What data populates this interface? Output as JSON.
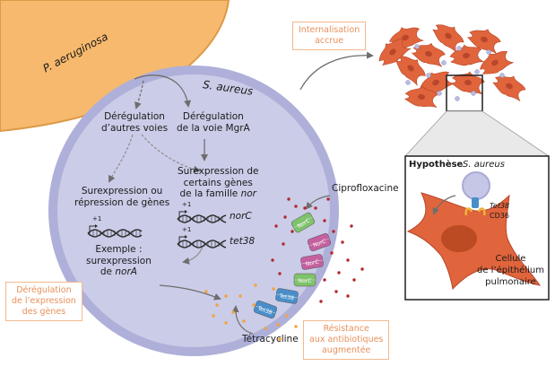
{
  "organisms": {
    "p_aeruginosa": "P. aeruginosa",
    "s_aureus": "S. aureus"
  },
  "pathways": {
    "other_title_1": "Dérégulation",
    "other_title_2": "d’autres voies",
    "mgra_title_1": "Dérégulation",
    "mgra_title_2": "de la voie MgrA"
  },
  "expression": {
    "over_under_1": "Surexpression ou",
    "over_under_2": "répression de gènes",
    "over_nor_1": "Surexpression de",
    "over_nor_2": "certains gènes",
    "over_nor_3_prefix": "de la famille ",
    "over_nor_3_italic": "nor",
    "example_1": "Exemple :",
    "example_2": "surexpression",
    "example_3_prefix": "de ",
    "example_3_italic": "norA",
    "gene_norc": "norC",
    "gene_tet38": "tet38",
    "tss_label": "+1"
  },
  "drugs": {
    "ciprofloxacin": "Ciprofloxacine",
    "tetracycline": "Tétracycline"
  },
  "pumps": {
    "norc": "NorC",
    "tet38": "Tet38"
  },
  "boxes": {
    "internalisation_1": "Internalisation",
    "internalisation_2": "accrue",
    "deregulation_1": "Dérégulation",
    "deregulation_2": "de l’expression",
    "deregulation_3": "des gènes",
    "resistance_1": "Résistance",
    "resistance_2": "aux antibiotiques",
    "resistance_3": "augmentée"
  },
  "inset": {
    "hypothesis": "Hypothèse",
    "organism": "S. aureus",
    "receptor_tet38": "Tet38",
    "receptor_cd36": "CD36",
    "cell_1": "Cellule",
    "cell_2": "de l’épithélium",
    "cell_3": "pulmonaire"
  },
  "colors": {
    "p_aeruginosa_fill": "#f7b96d",
    "s_aureus_fill": "#c6c7e6",
    "s_aureus_wall": "#a9abd6",
    "box_border": "#f2b98e",
    "box_text": "#e8905b",
    "norc_pump": "#c4609f",
    "tet38_pump": "#4a8ec9",
    "green_pump": "#7ec26b",
    "epithelial_cell": "#e0643c",
    "drug_dot_red": "#b3282b",
    "drug_dot_orange": "#f2a33a"
  }
}
